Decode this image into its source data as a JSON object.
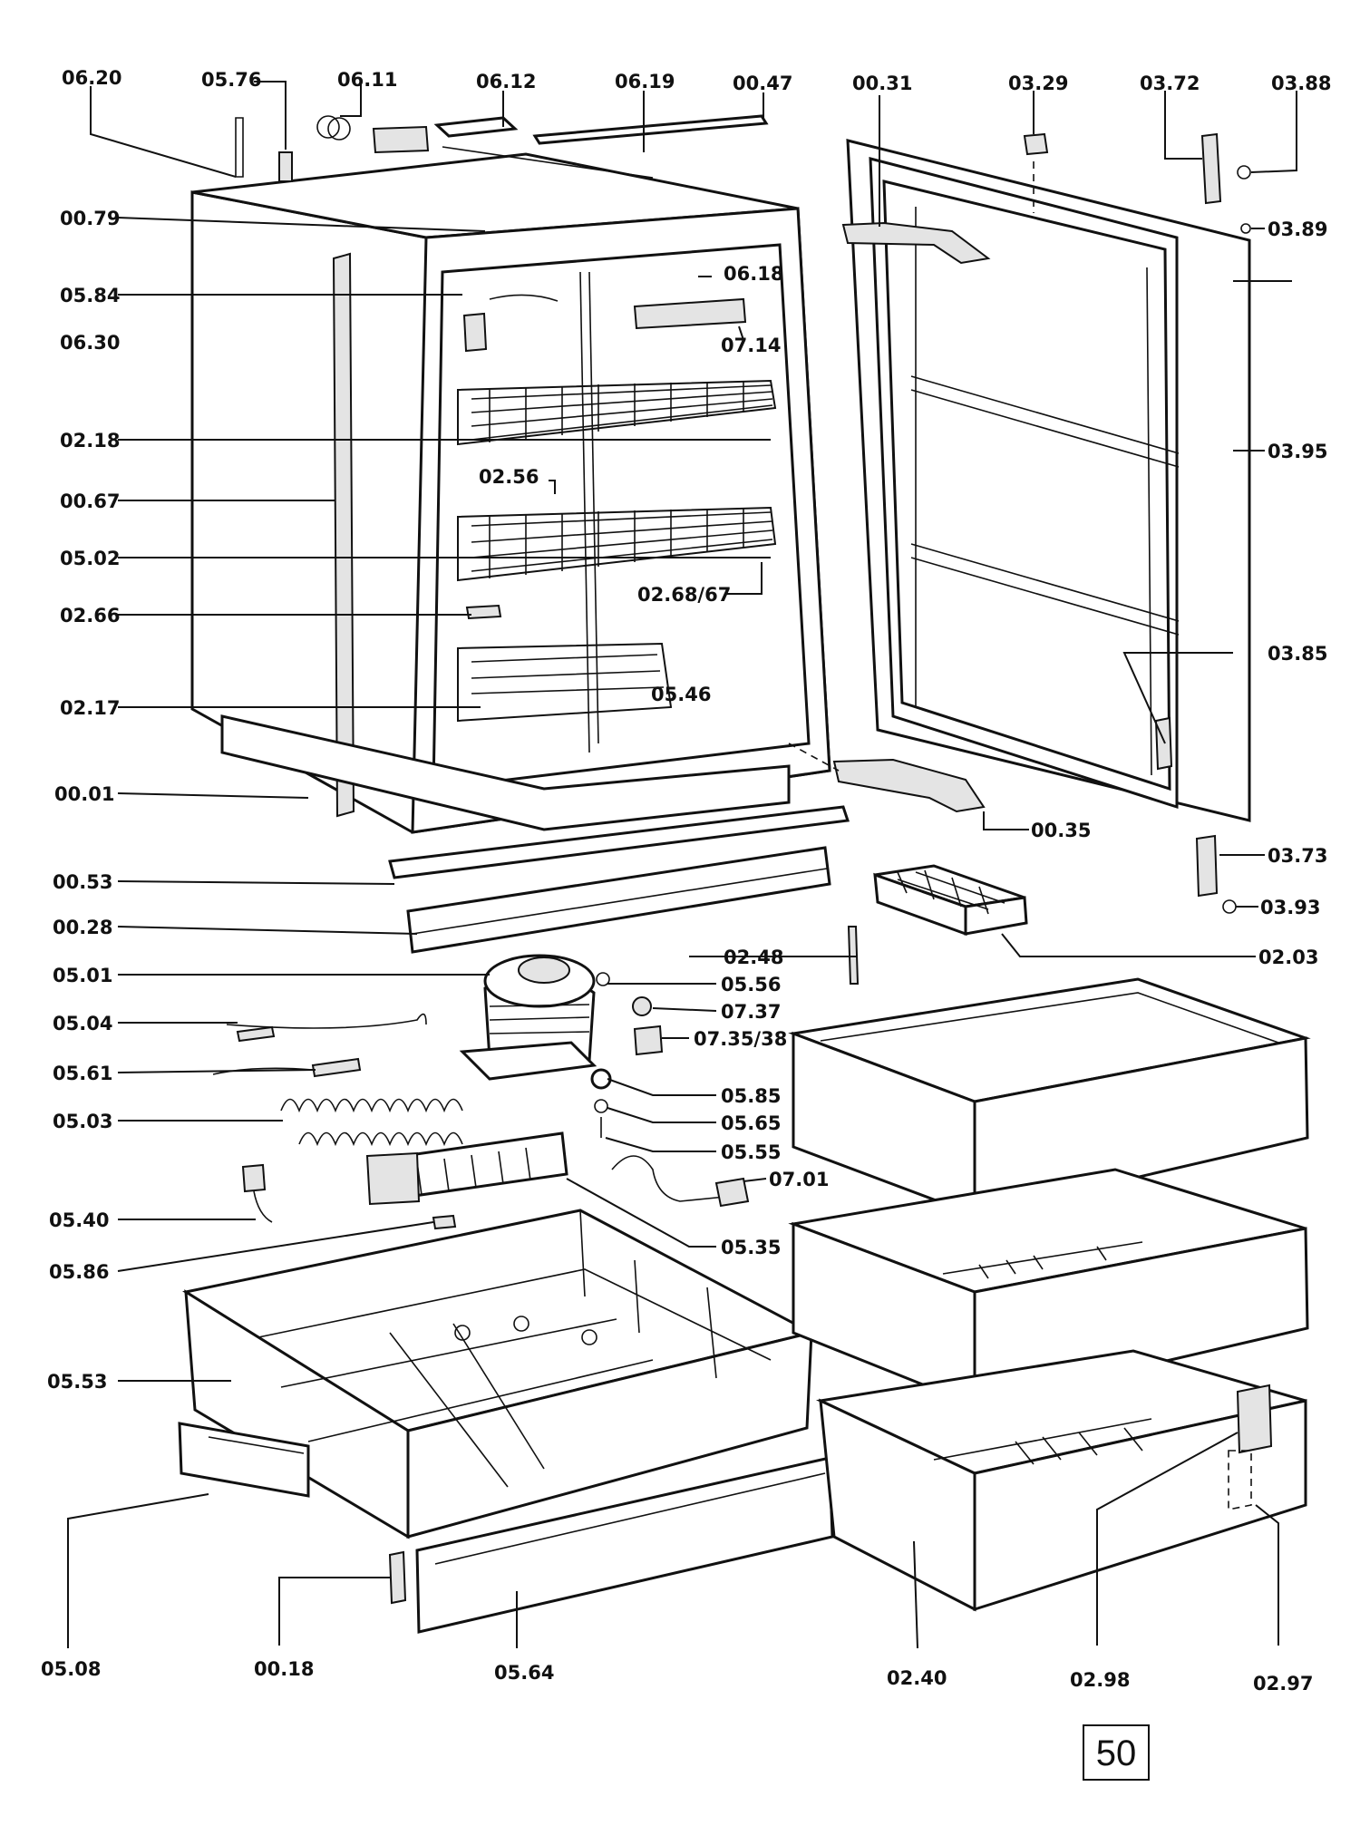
{
  "labels": {
    "l_0620": "06.20",
    "l_0576": "05.76",
    "l_0611": "06.11",
    "l_0612": "06.12",
    "l_0619": "06.19",
    "l_0047": "00.47",
    "l_0031": "00.31",
    "l_0329": "03.29",
    "l_0372": "03.72",
    "l_0388": "03.88",
    "l_0389": "03.89",
    "l_0079": "00.79",
    "l_0584": "05.84",
    "l_0618": "06.18",
    "l_0630": "06.30",
    "l_0714": "07.14",
    "l_0218": "02.18",
    "l_0395": "03.95",
    "l_0256": "02.56",
    "l_0067": "00.67",
    "l_0502": "05.02",
    "l_0268": "02.68/67",
    "l_0266": "02.66",
    "l_0385": "03.85",
    "l_0546": "05.46",
    "l_0217": "02.17",
    "l_0001": "00.01",
    "l_0035": "00.35",
    "l_0373": "03.73",
    "l_0053": "00.53",
    "l_0393": "03.93",
    "l_0028": "00.28",
    "l_0203": "02.03",
    "l_0248": "02.48",
    "l_0501": "05.01",
    "l_0556": "05.56",
    "l_0504": "05.04",
    "l_0737": "07.37",
    "l_0735": "07.35/38",
    "l_0561": "05.61",
    "l_0585": "05.85",
    "l_0503": "05.03",
    "l_0565": "05.65",
    "l_0555": "05.55",
    "l_0701": "07.01",
    "l_0540": "05.40",
    "l_0535": "05.35",
    "l_0586": "05.86",
    "l_0553": "05.53",
    "l_0508": "05.08",
    "l_0018": "00.18",
    "l_0564": "05.64",
    "l_0240": "02.40",
    "l_0298": "02.98",
    "l_0297": "02.97"
  },
  "page_number": "50"
}
